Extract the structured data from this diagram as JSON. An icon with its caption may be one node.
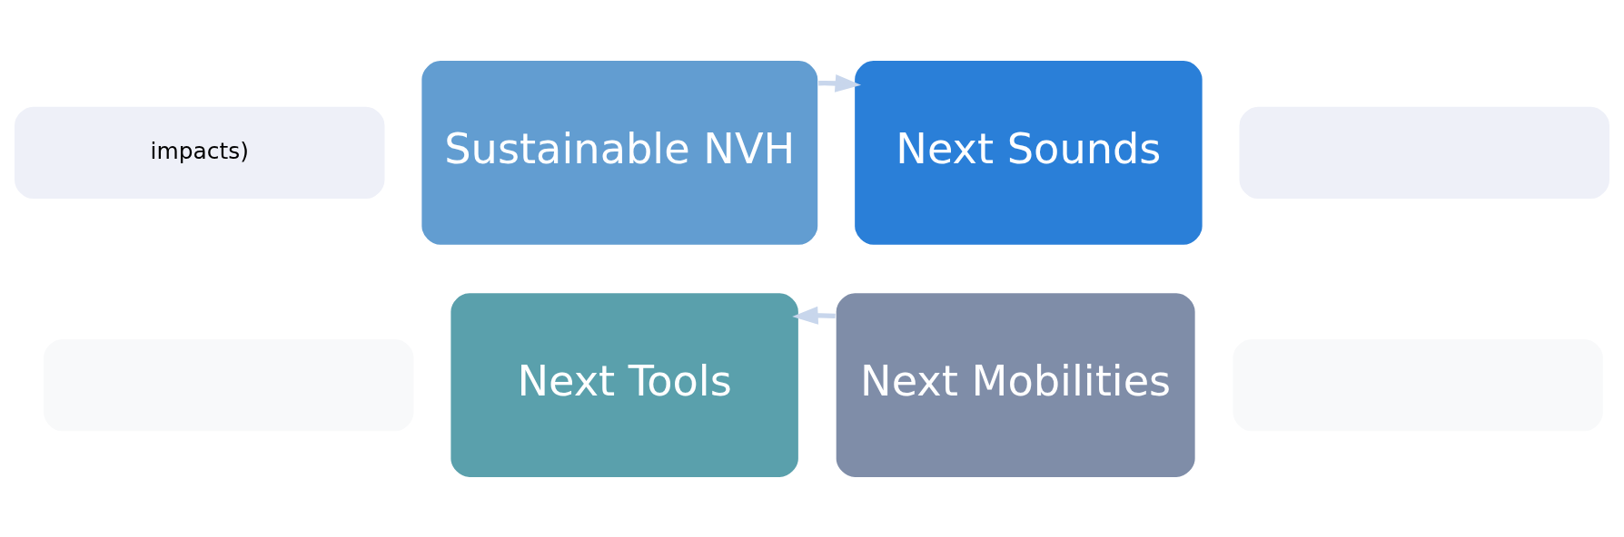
{
  "diagram": {
    "nodes": [
      {
        "text": [
          "impacts)"
        ]
      },
      {
        "text": [],
        "shape": "box"
      },
      {
        "text": [
          "Sustainable NVH"
        ]
      },
      {
        "text": [
          "Next Sounds"
        ]
      },
      {
        "text": [
          "Next Tools"
        ]
      },
      {
        "text": [
          "Next Mobilities"
        ]
      },
      {
        "text": [],
        "shape": "box"
      },
      {
        "text": [],
        "shape": "box"
      }
    ],
    "edges": [
      {
        "from": 2,
        "to": 3,
        "arrow": "to"
      },
      {
        "from": 5,
        "to": 4,
        "arrow": "to"
      }
    ]
  }
}
